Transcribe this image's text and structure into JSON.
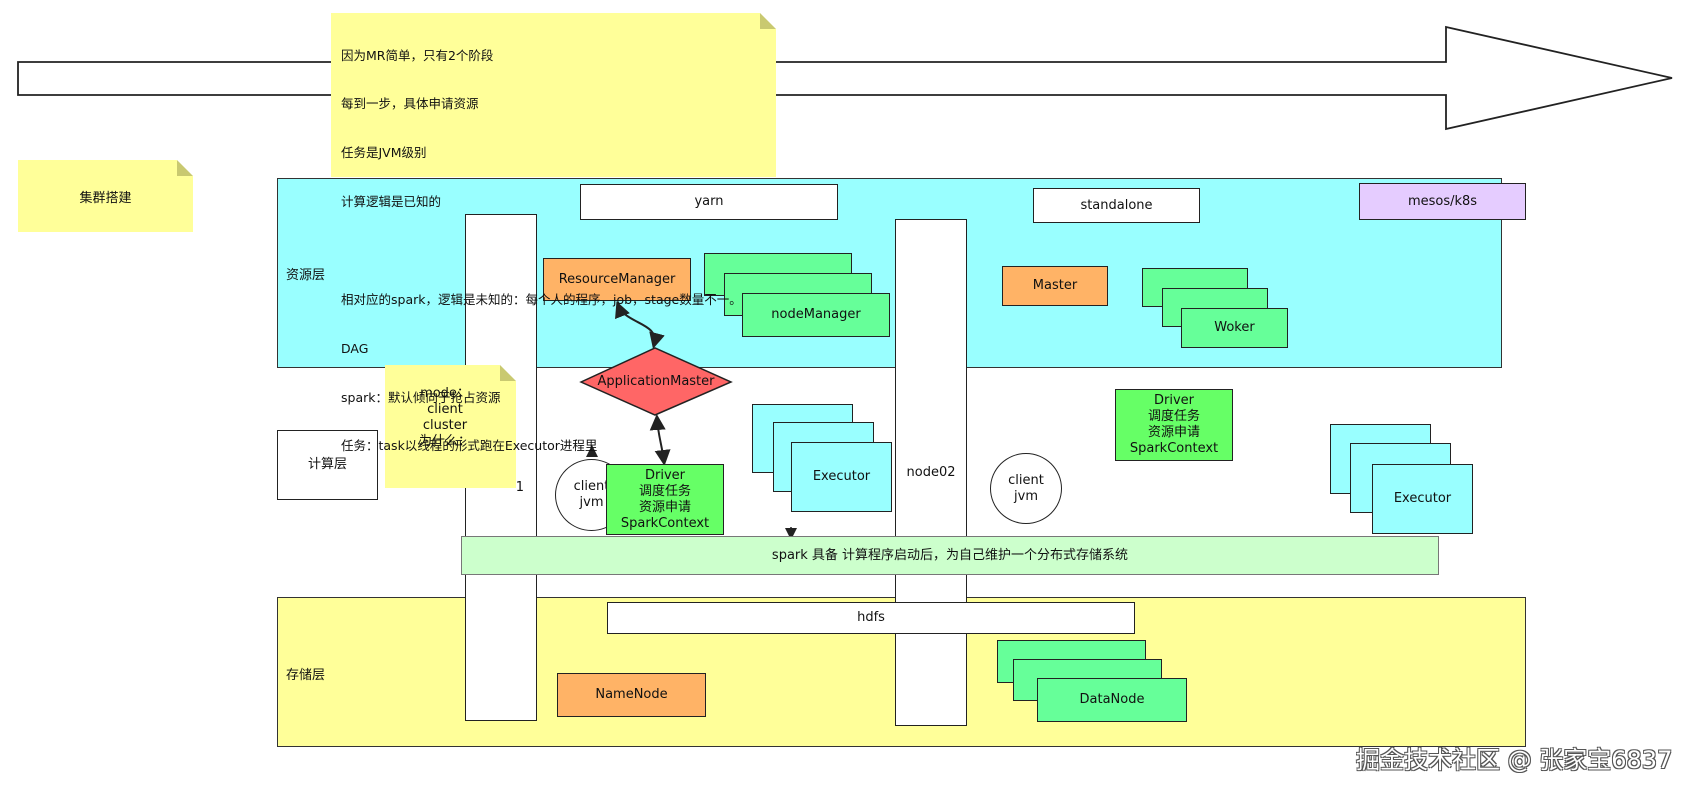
{
  "colors": {
    "resource_layer": "#99ffff",
    "storage_layer": "#ffff99",
    "orange": "#ffb366",
    "green": "#66ff99",
    "bright_green": "#66ff66",
    "red": "#ff6666",
    "cyan": "#99ffff",
    "lilac": "#e5ccff",
    "light_green_band": "#ccffcc",
    "sticky": "#ffff99"
  },
  "top_note": {
    "lines": [
      "因为MR简单，只有2个阶段",
      "每到一步，具体申请资源",
      "任务是JVM级别",
      "计算逻辑是已知的",
      "",
      "相对应的spark，逻辑是未知的：每个人的程序，job，stage数量不一。",
      "DAG",
      "spark：默认倾向于抢占资源",
      "任务：task以线程的形式跑在Executor进程里"
    ]
  },
  "cluster_note": {
    "label": "集群搭建"
  },
  "mode_note": {
    "lines": [
      "mode：",
      "client",
      "cluster",
      "为什么："
    ]
  },
  "layers": {
    "resource": "资源层",
    "compute": "计算层",
    "storage": "存储层"
  },
  "yarn": {
    "header": "yarn",
    "resource_manager": "ResourceManager",
    "node_manager_stack": [
      "nodeManager",
      "nodeManager",
      "nodeManager"
    ],
    "application_master": "ApplicationMaster",
    "driver": "Driver\n调度任务\n资源申请\nSparkContext",
    "client_jvm": "client\njvm",
    "executor_stack": [
      "Executor",
      "Executor",
      "Executor"
    ]
  },
  "standalone": {
    "header": "standalone",
    "master": "Master",
    "worker_stack": [
      "Woker",
      "Woker",
      "Woker"
    ],
    "driver": "Driver\n调度任务\n资源申请\nSparkContext",
    "client_jvm": "client\njvm",
    "executor_stack": [
      "Executor",
      "Executor",
      "Executor"
    ]
  },
  "mesos": {
    "header": "mesos/k8s"
  },
  "nodes": {
    "node01_suffix": "1",
    "node02": "node02"
  },
  "spark_band": "spark  具备 计算程序启动后，为自己维护一个分布式存储系统",
  "storage": {
    "hdfs": "hdfs",
    "name_node": "NameNode",
    "data_node_stack": [
      "DataNode",
      "DataNode",
      "DataNode"
    ]
  },
  "watermark": "掘金技术社区 @ 张家宝6837"
}
